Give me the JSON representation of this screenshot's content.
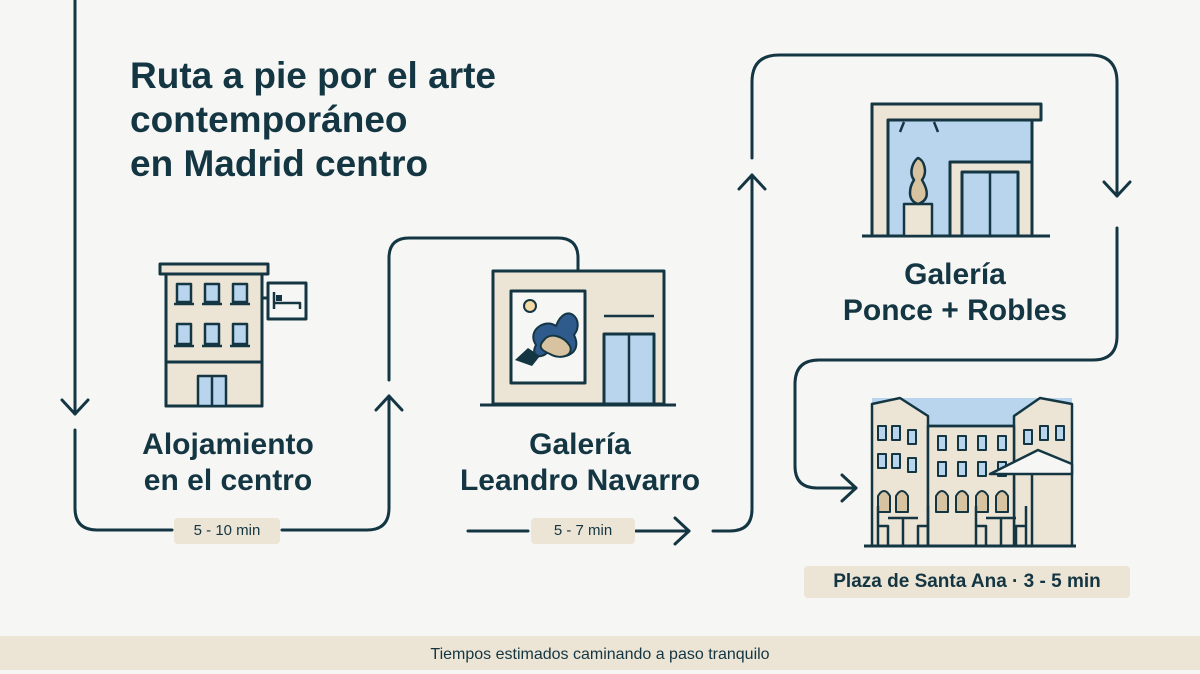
{
  "title": {
    "line1": "Ruta a pie por el arte",
    "line2": "contemporáneo",
    "line3": "en Madrid centro"
  },
  "stops": [
    {
      "id": "alojamiento",
      "line1": "Alojamiento",
      "line2": "en el centro"
    },
    {
      "id": "leandro",
      "line1": "Galería",
      "line2": "Leandro Navarro"
    },
    {
      "id": "ponce",
      "line1": "Galería",
      "line2": "Ponce + Robles"
    }
  ],
  "segments": [
    {
      "time": "5 - 10 min"
    },
    {
      "time": "5 - 7 min"
    }
  ],
  "destination": {
    "label": "Plaza de Santa Ana · 3 - 5 min"
  },
  "footer": {
    "text": "Tiempos estimados caminando a paso tranquilo"
  },
  "colors": {
    "ink": "#143643",
    "beige": "#ece4d4",
    "sky": "#b9d5ee",
    "background": "#f6f6f4"
  },
  "icons": [
    "hotel-building-icon",
    "bed-sign-icon",
    "gallery-painting-icon",
    "gallery-sculpture-icon",
    "plaza-square-icon",
    "arrow-icon"
  ]
}
